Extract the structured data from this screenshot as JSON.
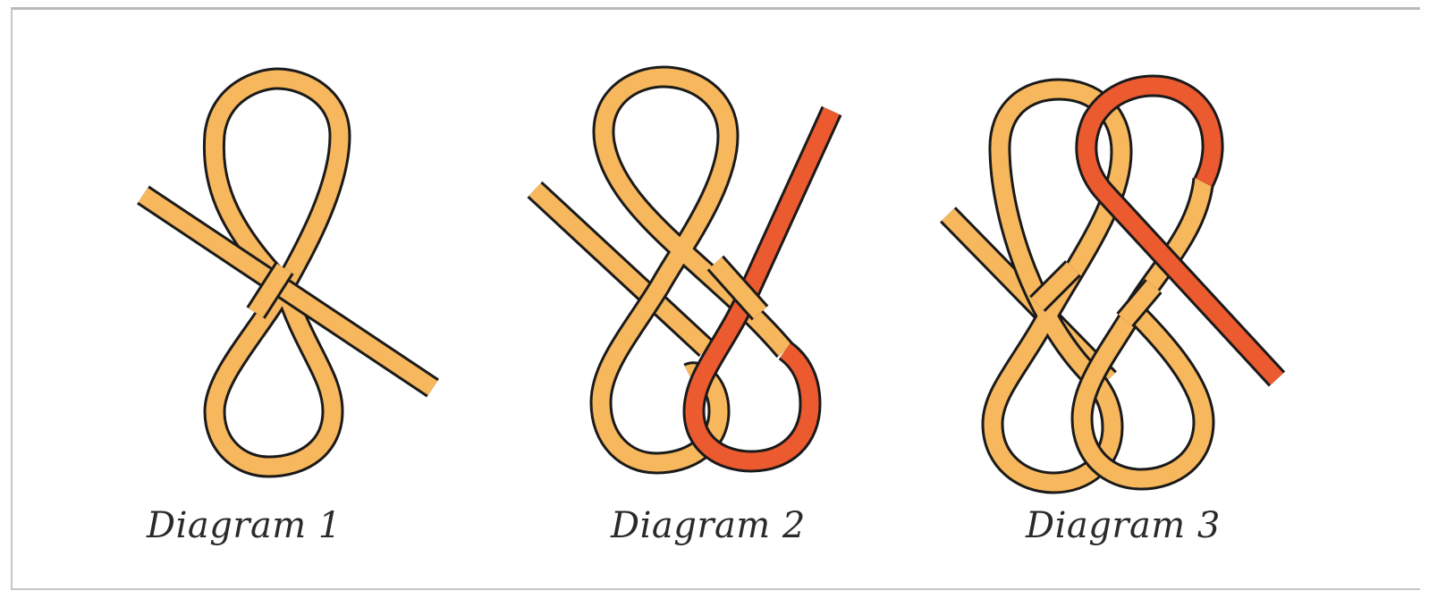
{
  "colors": {
    "rope_main": "#f7b75d",
    "rope_working_end": "#ec5a2f",
    "outline": "#1a1a1a",
    "background": "#ffffff"
  },
  "diagrams": [
    {
      "caption": "Diagram 1"
    },
    {
      "caption": "Diagram 2"
    },
    {
      "caption": "Diagram 3"
    }
  ]
}
